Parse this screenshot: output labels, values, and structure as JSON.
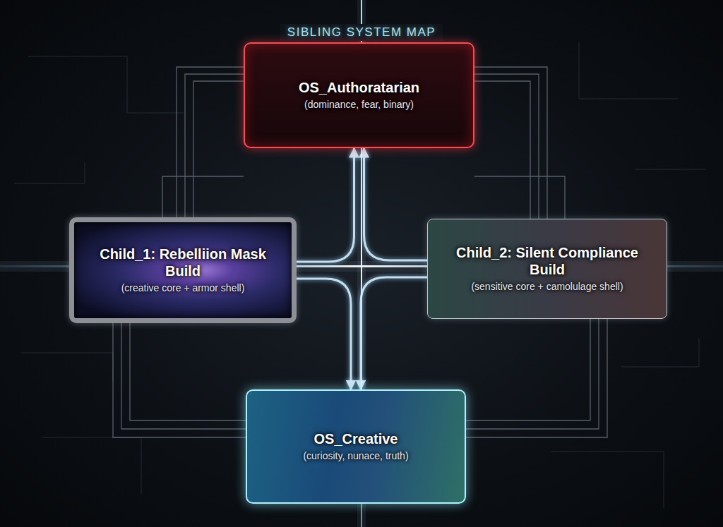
{
  "diagram": {
    "title": "SIBLING SYSTEM MAP",
    "nodes": [
      {
        "text": [
          "OS_Authoratarian",
          "(dominance, fear, binary)"
        ]
      },
      {
        "text": [
          "Child_1: Rebelliion Mask Build",
          "(creative core + armor shell)"
        ]
      },
      {
        "text": [
          "Child_2: Silent Compliance Build",
          "(sensitive core + camolulage shell)"
        ]
      },
      {
        "text": [
          "OS_Creative",
          "(curiosity, nunace, truth)"
        ]
      }
    ],
    "edges": [
      {
        "from": 1,
        "to": 0,
        "arrow": "to"
      },
      {
        "from": 2,
        "to": 0,
        "arrow": "to"
      },
      {
        "from": 1,
        "to": 3,
        "arrow": "to"
      },
      {
        "from": 2,
        "to": 3,
        "arrow": "to"
      }
    ]
  }
}
